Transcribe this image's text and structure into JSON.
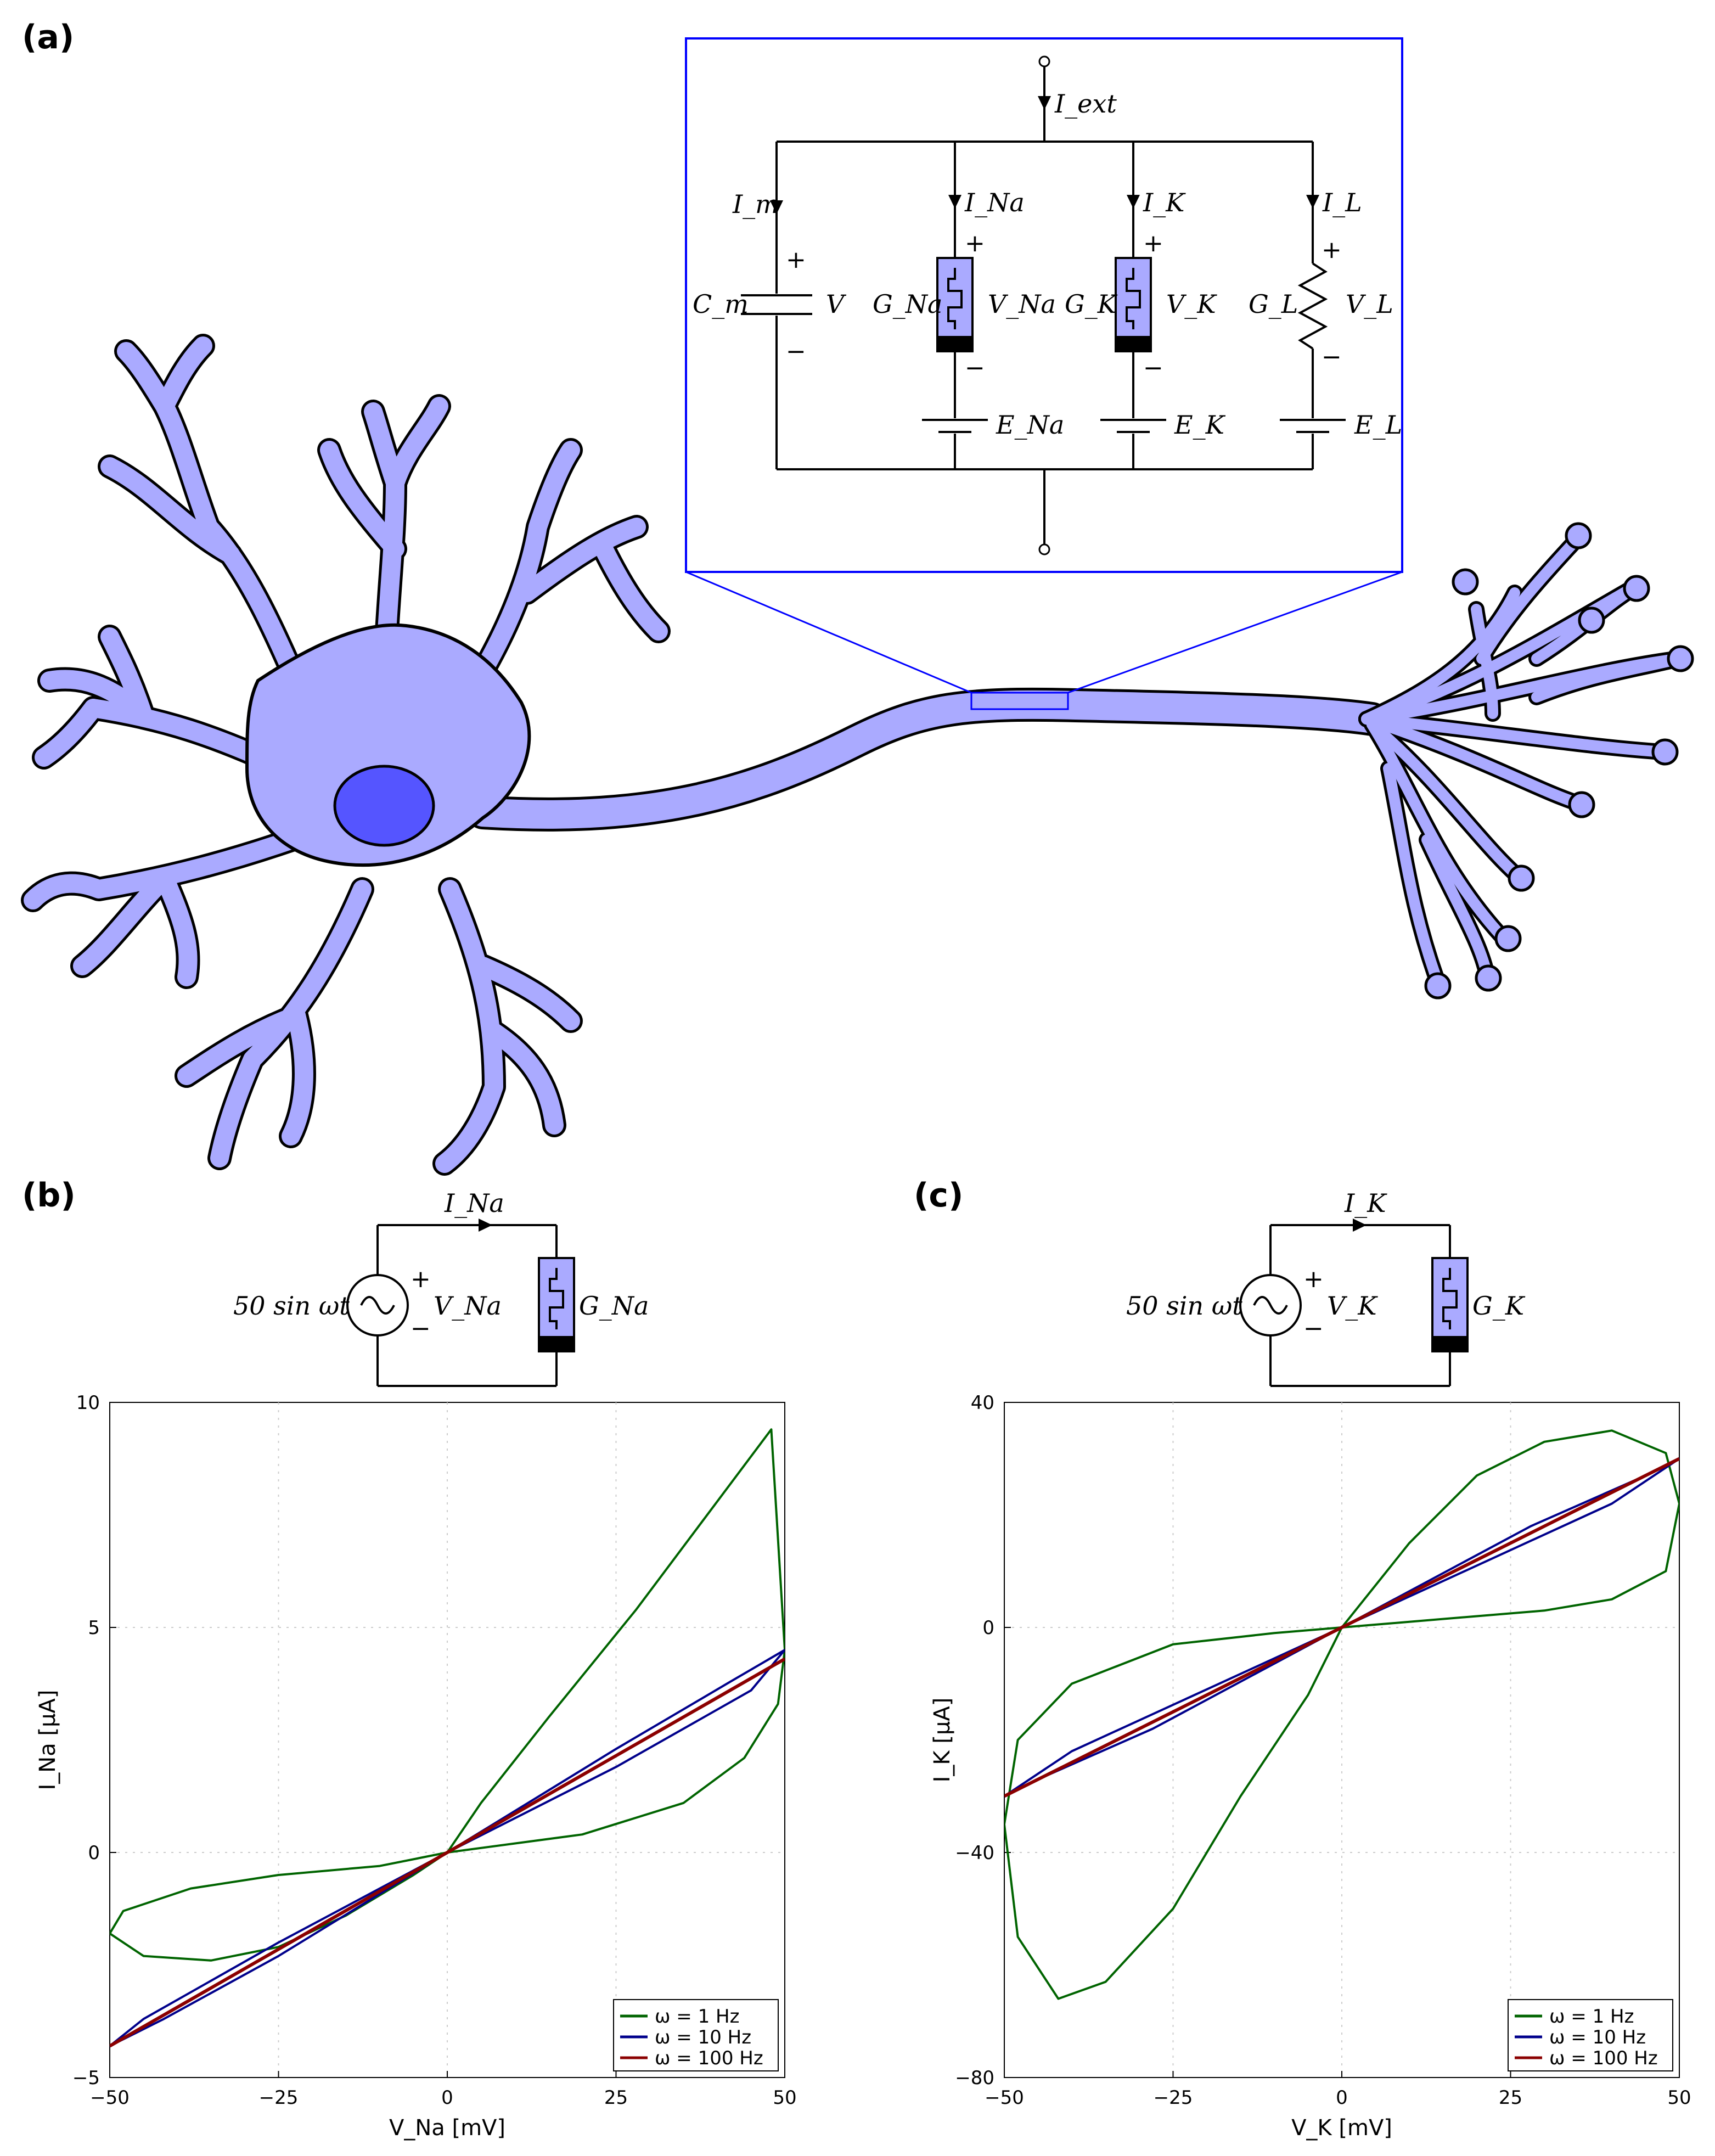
{
  "panels": {
    "a": "(a)",
    "b": "(b)",
    "c": "(c)"
  },
  "circuit_main": {
    "i_ext": "I_ext",
    "i_m": "I_m",
    "i_na": "I_Na",
    "i_k": "I_K",
    "i_l": "I_L",
    "c_m": "C_m",
    "v": "V",
    "g_na": "G_Na",
    "v_na": "V_Na",
    "g_k": "G_K",
    "v_k": "V_K",
    "g_l": "G_L",
    "v_l": "V_L",
    "e_na": "E_Na",
    "e_k": "E_K",
    "e_l": "E_L",
    "plus": "+",
    "minus": "−"
  },
  "circuit_b": {
    "source": "50 sin ωt",
    "current": "I_Na",
    "voltage": "V_Na",
    "conductance": "G_Na",
    "plus": "+",
    "minus": "−"
  },
  "circuit_c": {
    "source": "50 sin ωt",
    "current": "I_K",
    "voltage": "V_K",
    "conductance": "G_K",
    "plus": "+",
    "minus": "−"
  },
  "colors": {
    "neuron_fill": "#aaaaff",
    "nucleus_fill": "#5555ff",
    "zoom_box": "#0000ff",
    "green": "#006400",
    "blue": "#00008b",
    "red": "#8b0000"
  },
  "chart_data": [
    {
      "type": "line",
      "panel": "b",
      "xlabel": "V_Na [mV]",
      "ylabel": "I_Na [μA]",
      "xlim": [
        -50,
        50
      ],
      "ylim": [
        -5,
        10
      ],
      "xticks": [
        "−50",
        "−25",
        "0",
        "25",
        "50"
      ],
      "yticks": [
        "−5",
        "0",
        "5",
        "10"
      ],
      "grid": true,
      "legend_position": "bottom-right",
      "series": [
        {
          "name": "ω = 1 Hz",
          "color": "#006400",
          "x": [
            0,
            20,
            35,
            44,
            49,
            50,
            48,
            40,
            28,
            15,
            5,
            0,
            -10,
            -25,
            -38,
            -48,
            -50,
            -45,
            -35,
            -25,
            -15,
            -5,
            0
          ],
          "y": [
            0,
            0.4,
            1.1,
            2.1,
            3.3,
            4.5,
            9.4,
            7.8,
            5.4,
            3.0,
            1.1,
            0,
            -0.3,
            -0.5,
            -0.8,
            -1.3,
            -1.8,
            -2.3,
            -2.4,
            -2.1,
            -1.4,
            -0.5,
            0
          ]
        },
        {
          "name": "ω = 10 Hz",
          "color": "#00008b",
          "x": [
            0,
            25,
            45,
            50,
            42,
            25,
            0,
            -25,
            -45,
            -50,
            -42,
            -25,
            0
          ],
          "y": [
            0,
            1.9,
            3.6,
            4.5,
            3.8,
            2.3,
            0,
            -2.0,
            -3.7,
            -4.3,
            -3.7,
            -2.3,
            0
          ]
        },
        {
          "name": "ω = 100 Hz",
          "color": "#8b0000",
          "x": [
            -50,
            -25,
            0,
            25,
            50
          ],
          "y": [
            -4.3,
            -2.15,
            0,
            2.15,
            4.3
          ]
        }
      ]
    },
    {
      "type": "line",
      "panel": "c",
      "xlabel": "V_K [mV]",
      "ylabel": "I_K [μA]",
      "xlim": [
        -50,
        50
      ],
      "ylim": [
        -80,
        40
      ],
      "xticks": [
        "−50",
        "−25",
        "0",
        "25",
        "50"
      ],
      "yticks": [
        "−80",
        "−40",
        "0",
        "40"
      ],
      "grid": true,
      "legend_position": "bottom-right",
      "series": [
        {
          "name": "ω = 1 Hz",
          "color": "#006400",
          "x": [
            0,
            10,
            20,
            30,
            40,
            48,
            50,
            48,
            40,
            30,
            20,
            10,
            0,
            -10,
            -25,
            -40,
            -48,
            -50,
            -48,
            -42,
            -35,
            -25,
            -15,
            -5,
            0
          ],
          "y": [
            0,
            15,
            27,
            33,
            35,
            31,
            22,
            10,
            5,
            3,
            2,
            1,
            0,
            -1,
            -3,
            -10,
            -20,
            -35,
            -55,
            -66,
            -63,
            -50,
            -30,
            -12,
            0
          ]
        },
        {
          "name": "ω = 10 Hz",
          "color": "#00008b",
          "x": [
            0,
            28,
            45,
            50,
            40,
            20,
            0,
            -28,
            -45,
            -50,
            -40,
            -20,
            0
          ],
          "y": [
            0,
            18,
            27,
            30,
            22,
            11,
            0,
            -18,
            -27,
            -30,
            -22,
            -11,
            0
          ]
        },
        {
          "name": "ω = 100 Hz",
          "color": "#8b0000",
          "x": [
            -50,
            -25,
            0,
            25,
            50
          ],
          "y": [
            -30,
            -15,
            0,
            15,
            30
          ]
        }
      ]
    }
  ]
}
